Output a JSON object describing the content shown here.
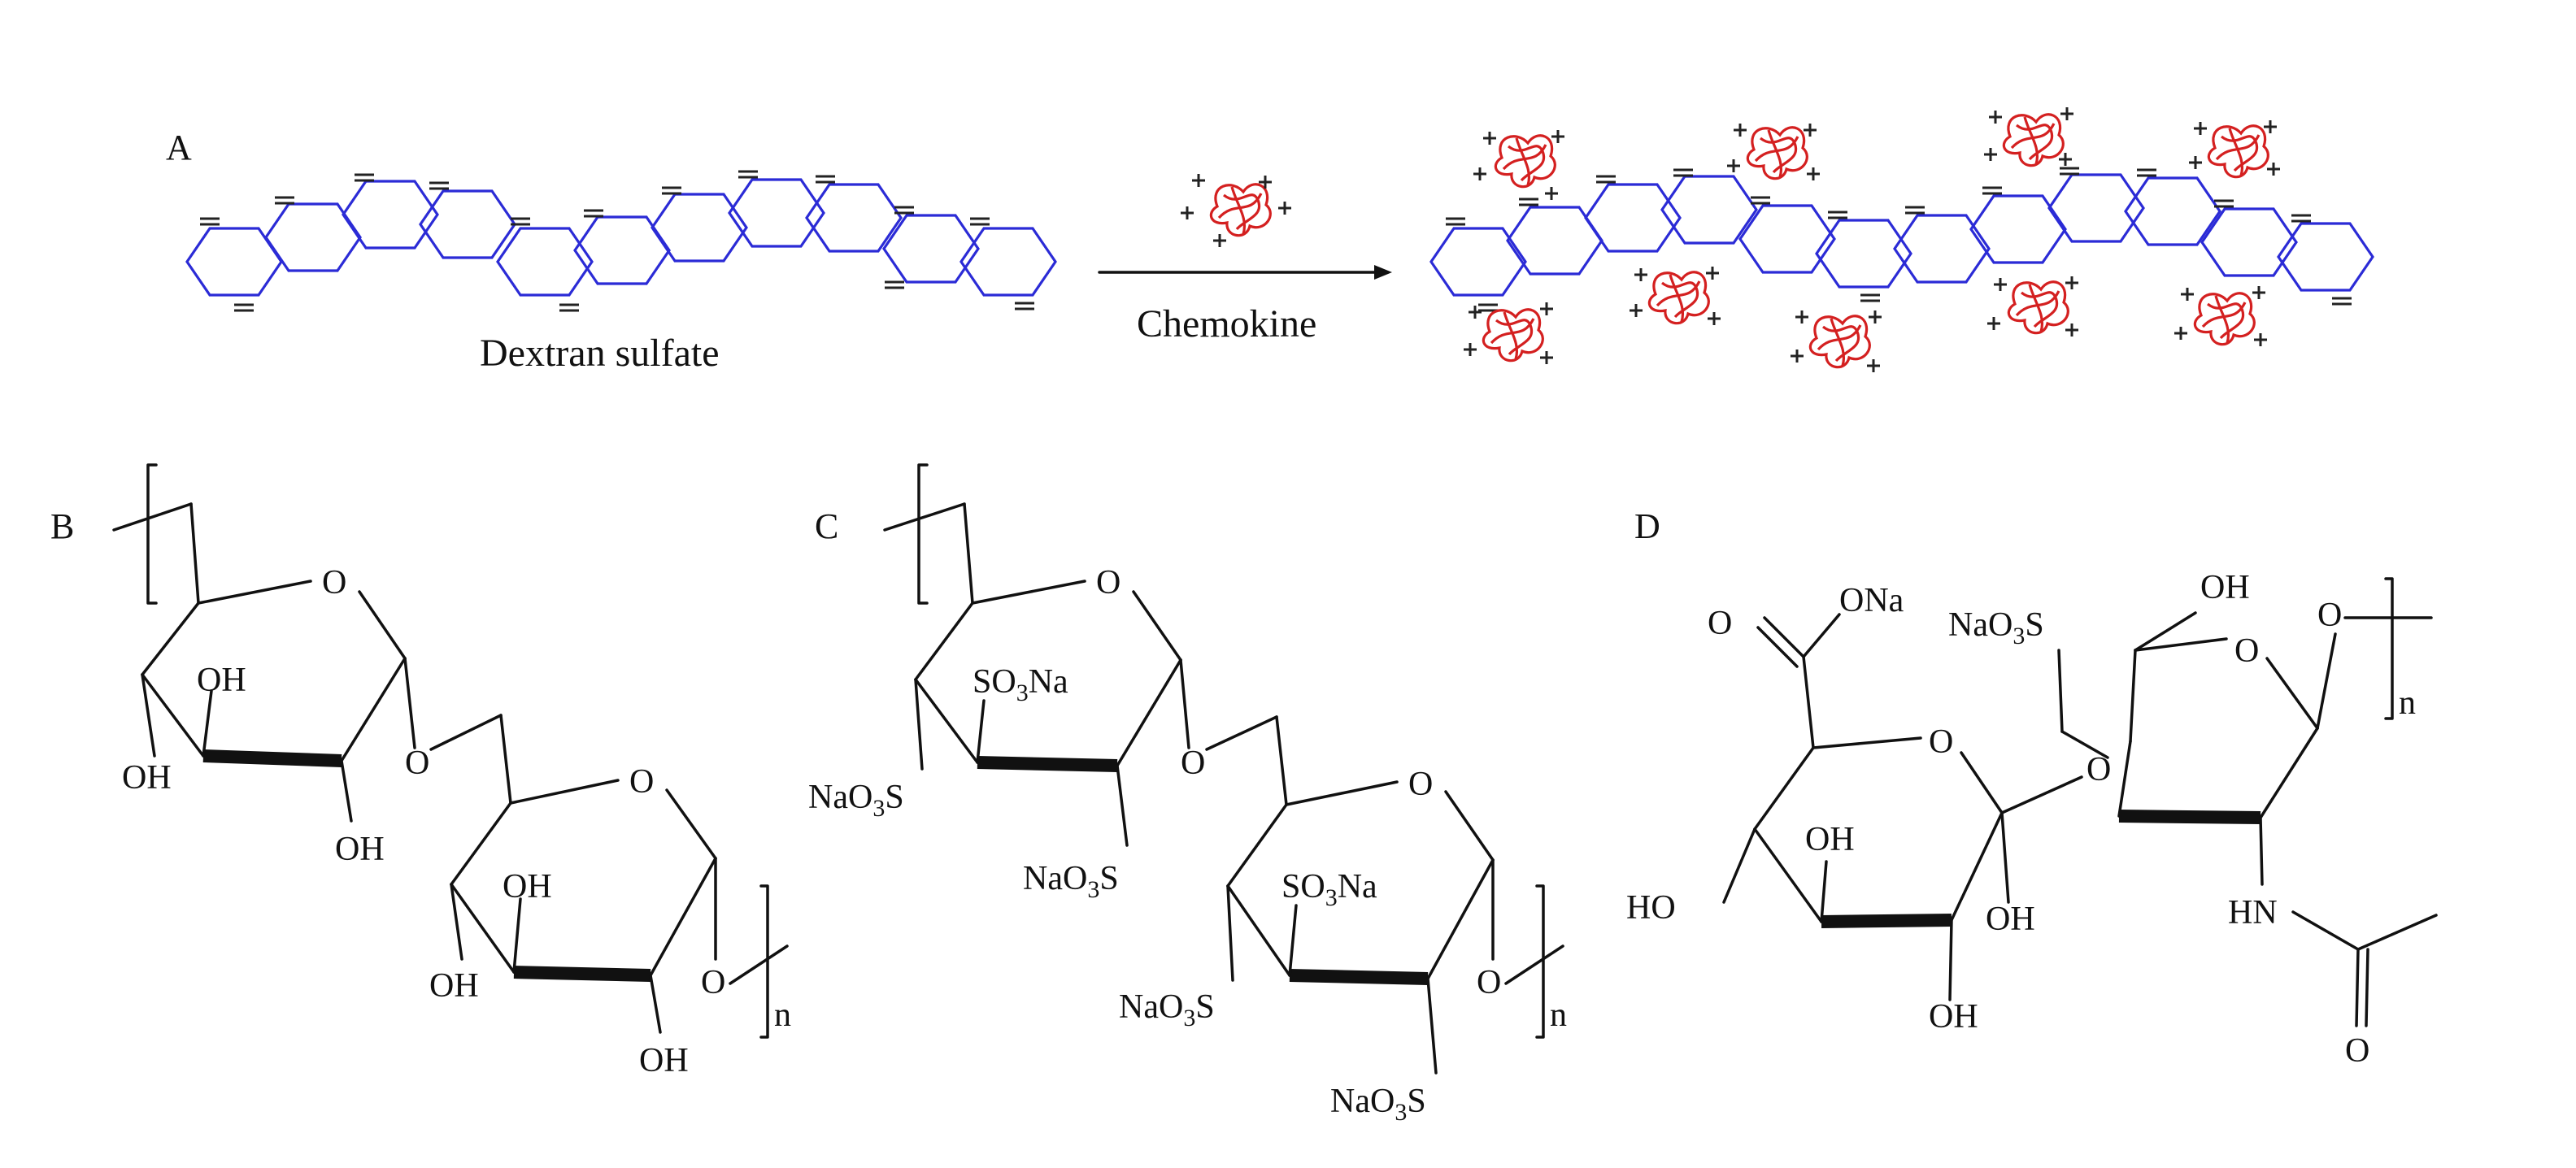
{
  "panels": {
    "a": {
      "label": "A",
      "polymer_caption": "Dextran sulfate",
      "arrow_caption": "Chemokine"
    },
    "b": {
      "label": "B",
      "atoms": {
        "o_ring1": "O",
        "oh1": "OH",
        "oh2": "OH",
        "oh3": "OH",
        "o_link": "O",
        "o_ring2": "O",
        "oh4": "OH",
        "oh5": "OH",
        "oh6": "OH",
        "o_end": "O",
        "n": "n"
      }
    },
    "c": {
      "label": "C",
      "atoms": {
        "o_ring1": "O",
        "so3na_1_pre": "SO",
        "so3na_1_sub": "3",
        "so3na_1_post": "Na",
        "naso3_1_pre": "NaO",
        "naso3_1_sub": "3",
        "naso3_1_post": "S",
        "naso3_2_pre": "NaO",
        "naso3_2_sub": "3",
        "naso3_2_post": "S",
        "o_link": "O",
        "o_ring2": "O",
        "so3na_2_pre": "SO",
        "so3na_2_sub": "3",
        "so3na_2_post": "Na",
        "naso3_3_pre": "NaO",
        "naso3_3_sub": "3",
        "naso3_3_post": "S",
        "naso3_4_pre": "NaO",
        "naso3_4_sub": "3",
        "naso3_4_post": "S",
        "o_end": "O",
        "n": "n"
      }
    },
    "d": {
      "label": "D",
      "atoms": {
        "o_carbonyl": "O",
        "ona": "ONa",
        "naso3_pre": "NaO",
        "naso3_sub": "3",
        "naso3_post": "S",
        "oh_top": "OH",
        "o_ring1": "O",
        "o_ring2": "O",
        "o_bridge": "O",
        "o_end": "O",
        "oh1": "OH",
        "ho": "HO",
        "oh2": "OH",
        "oh3": "OH",
        "hn": "HN",
        "o_amide": "O",
        "n": "n"
      }
    }
  },
  "colors": {
    "polymer": "#2b2bd6",
    "chemokine": "#d42020",
    "ink": "#111111"
  },
  "icons": {
    "chemokine_glyph": "chemokine-knot-icon",
    "negative_charge": "minus-dash-icon",
    "positive_charge": "plus-icon"
  }
}
